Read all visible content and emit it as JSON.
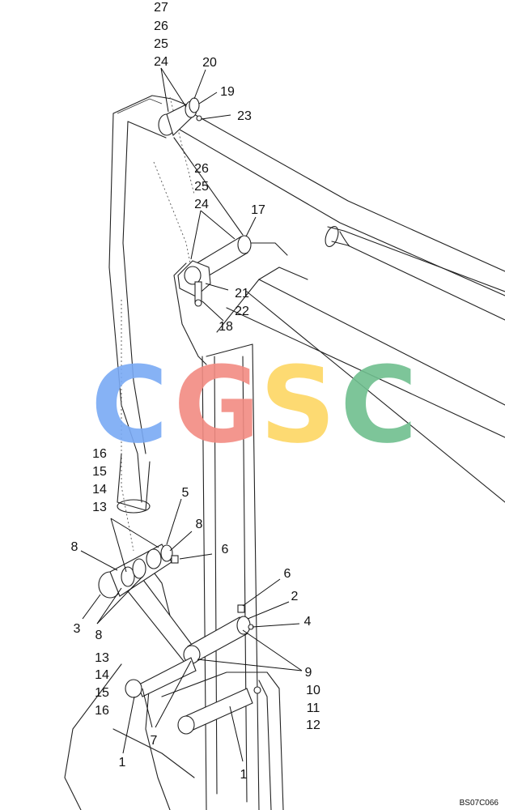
{
  "labels": [
    {
      "id": "l27",
      "text": "27"
    },
    {
      "id": "l26a",
      "text": "26"
    },
    {
      "id": "l25a",
      "text": "25"
    },
    {
      "id": "l24a",
      "text": "24"
    },
    {
      "id": "l20",
      "text": "20"
    },
    {
      "id": "l19",
      "text": "19"
    },
    {
      "id": "l23",
      "text": "23"
    },
    {
      "id": "l26b",
      "text": "26"
    },
    {
      "id": "l25b",
      "text": "25"
    },
    {
      "id": "l24b",
      "text": "24"
    },
    {
      "id": "l17",
      "text": "17"
    },
    {
      "id": "l21",
      "text": "21"
    },
    {
      "id": "l22",
      "text": "22"
    },
    {
      "id": "l18",
      "text": "18"
    },
    {
      "id": "l16a",
      "text": "16"
    },
    {
      "id": "l15a",
      "text": "15"
    },
    {
      "id": "l14a",
      "text": "14"
    },
    {
      "id": "l13a",
      "text": "13"
    },
    {
      "id": "l5",
      "text": "5"
    },
    {
      "id": "l8a",
      "text": "8"
    },
    {
      "id": "l8b",
      "text": "8"
    },
    {
      "id": "l6a",
      "text": "6"
    },
    {
      "id": "l3",
      "text": "3"
    },
    {
      "id": "l8c",
      "text": "8"
    },
    {
      "id": "l6b",
      "text": "6"
    },
    {
      "id": "l2",
      "text": "2"
    },
    {
      "id": "l4",
      "text": "4"
    },
    {
      "id": "l13b",
      "text": "13"
    },
    {
      "id": "l14b",
      "text": "14"
    },
    {
      "id": "l15b",
      "text": "15"
    },
    {
      "id": "l16b",
      "text": "16"
    },
    {
      "id": "l9",
      "text": "9"
    },
    {
      "id": "l10",
      "text": "10"
    },
    {
      "id": "l11",
      "text": "11"
    },
    {
      "id": "l12",
      "text": "12"
    },
    {
      "id": "l7",
      "text": "7"
    },
    {
      "id": "l1a",
      "text": "1"
    },
    {
      "id": "l1b",
      "text": "1"
    }
  ],
  "drawing_code": "BS07C066",
  "watermark": {
    "letters": [
      {
        "char": "C",
        "color": "#7aaaf5"
      },
      {
        "char": "G",
        "color": "#f28b82"
      },
      {
        "char": "S",
        "color": "#fdd663"
      },
      {
        "char": "C",
        "color": "#6fbf8f"
      }
    ]
  }
}
